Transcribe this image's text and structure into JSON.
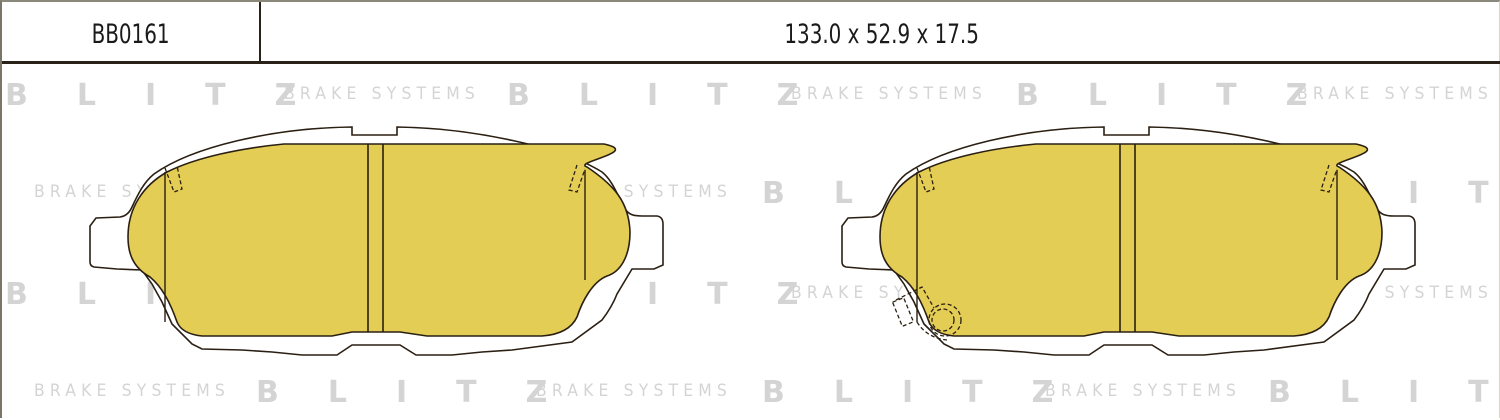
{
  "header": {
    "part_code": "BB0161",
    "dimensions": "133.0 x 52.9 x 17.5"
  },
  "watermark": {
    "brand": "BLITZ",
    "tagline": "BRAKE SYSTEMS"
  },
  "diagram": {
    "pad_fill_color": "#e3cd55",
    "outline_color": "#2a1f12",
    "watermark_color": "#d4d4d4",
    "pads": [
      {
        "name": "left-pad",
        "has_wear_sensor": false
      },
      {
        "name": "right-pad",
        "has_wear_sensor": true
      }
    ]
  }
}
